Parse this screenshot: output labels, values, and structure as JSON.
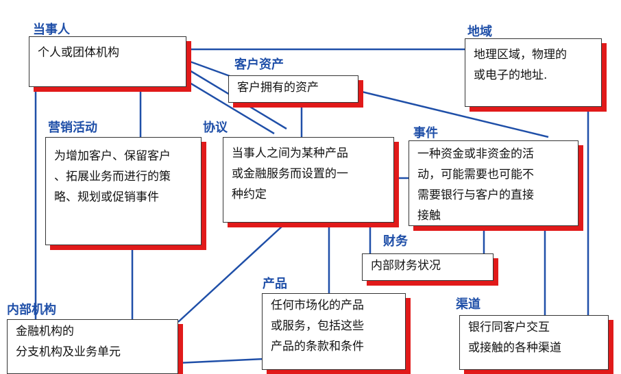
{
  "colors": {
    "title": "#1f4fa8",
    "line": "#1f4fa8",
    "shadow": "#e11a1a",
    "border": "#333333"
  },
  "nodes": {
    "party": {
      "title": "当事人",
      "text": "个人或团体机构"
    },
    "location": {
      "title": "地域",
      "text": "地理区域，物理的\n或电子的地址."
    },
    "asset": {
      "title": "客户资产",
      "text": "客户拥有的资产"
    },
    "marketing": {
      "title": "营销活动",
      "text": "为增加客户、保留客户\n、拓展业务而进行的策\n略、规划或促销事件"
    },
    "agreement": {
      "title": "协议",
      "text": "当事人之间为某种产品\n或金融服务而设置的一\n种约定"
    },
    "event": {
      "title": "事件",
      "text": "一种资金或非资金的活\n动，可能需要也可能不\n需要银行与客户的直接\n接触"
    },
    "finance": {
      "title": "财务",
      "text": "内部财务状况"
    },
    "internal": {
      "title": "内部机构",
      "text": "金融机构的\n分支机构及业务单元"
    },
    "product": {
      "title": "产品",
      "text": "任何市场化的产品\n或服务，包括这些\n产品的条款和条件"
    },
    "channel": {
      "title": "渠道",
      "text": "银行同客户交互\n或接触的各种渠道"
    }
  }
}
